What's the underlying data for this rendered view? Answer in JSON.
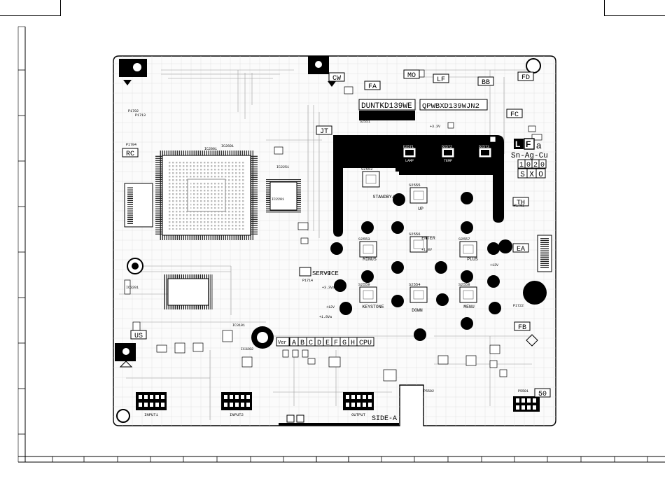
{
  "board": {
    "part_number": "DUNTKD139WE",
    "pwb_code": "QPWBXD139WJN2",
    "side": "SIDE-A",
    "service_label": "SERVICE",
    "ver_label": "Ver",
    "ver_letters": [
      "A",
      "B",
      "C",
      "D",
      "E",
      "F",
      "G",
      "H"
    ],
    "cpu_label": "CPU",
    "lf_mark": "LF",
    "lf_suffix": "a",
    "solder": "Sn-Ag-Cu",
    "date_grid": [
      "1",
      "0",
      "2",
      "0",
      "S",
      "X",
      "O"
    ]
  },
  "connectors": [
    {
      "id": "input1",
      "label": "INPUT1"
    },
    {
      "id": "input2",
      "label": "INPUT2"
    },
    {
      "id": "output",
      "label": "OUTPUT"
    }
  ],
  "buttons": [
    {
      "id": "standby",
      "ref": "S2552",
      "label": "STANDBY/ON"
    },
    {
      "id": "up",
      "ref": "S2555",
      "label": "UP"
    },
    {
      "id": "enter",
      "ref": "S2556",
      "label": "ENTER"
    },
    {
      "id": "minus",
      "ref": "S2553",
      "label": "MINUS"
    },
    {
      "id": "plus",
      "ref": "S2557",
      "label": "PLUS"
    },
    {
      "id": "keystone",
      "ref": "S2559",
      "label": "KEYSTONE"
    },
    {
      "id": "down",
      "ref": "S2554",
      "label": "DOWN"
    },
    {
      "id": "menu",
      "ref": "S2558",
      "label": "MENU"
    }
  ],
  "leds": [
    {
      "id": "led1",
      "ref": "D2571",
      "label": "LAMP"
    },
    {
      "id": "led2",
      "ref": "D2572",
      "label": "TEMP"
    },
    {
      "id": "led3",
      "ref": "D2573",
      "label": ""
    }
  ],
  "boxed_labels": [
    "RC",
    "JT",
    "FA",
    "MO",
    "LF",
    "BB",
    "FD",
    "FC",
    "CW",
    "TH",
    "EA",
    "FB",
    "US",
    "50"
  ],
  "markings": [
    "IC2001",
    "IC2201",
    "IC2601",
    "IC2251",
    "IC3101",
    "IC3201",
    "IC3202",
    "P5502",
    "P5501",
    "P1702",
    "P1701",
    "P1722",
    "P1704",
    "P1713",
    "P1714",
    "S2551",
    "+3.3V",
    "+1.8V",
    "+13V",
    "+5V",
    "+12V",
    "+3.3Va",
    "+1.8Va"
  ]
}
